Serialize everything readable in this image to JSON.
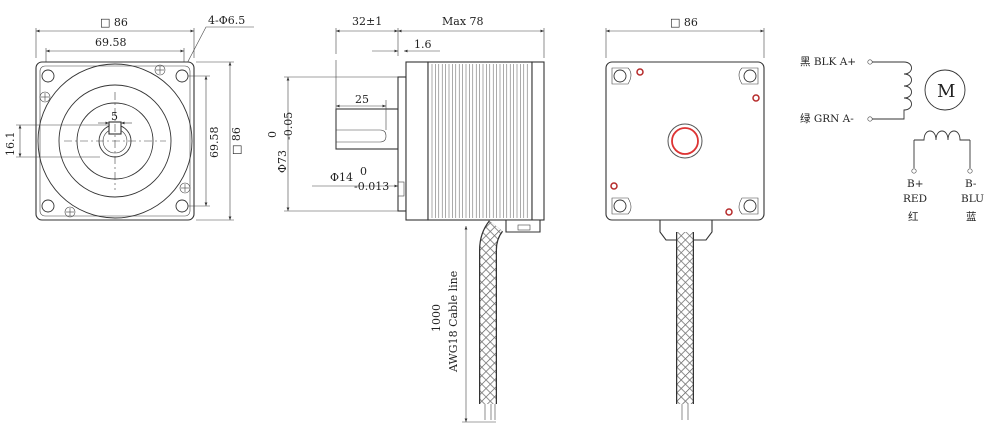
{
  "front_view": {
    "dim_square_outer": "□ 86",
    "dim_holes": "4-Φ6.5",
    "dim_hole_spacing_h": "69.58",
    "dim_hole_spacing_v": "69.58",
    "dim_square_right": "□ 86",
    "dim_key_width": "5",
    "dim_shaft_height": "16.1"
  },
  "side_view": {
    "dim_shaft_len": "32±1",
    "dim_max_len": "Max 78",
    "dim_boss_thickness": "1.6",
    "dim_key_len": "25",
    "dim_pilot_diameter": "Φ73",
    "dim_pilot_tol_upper": "0",
    "dim_pilot_tol_lower": "-0.05",
    "dim_shaft_diameter": "Φ14",
    "dim_shaft_tol_upper": "0",
    "dim_shaft_tol_lower": "-0.013",
    "dim_cable_length": "1000",
    "dim_cable_spec": "AWG18 Cable line"
  },
  "rear_view": {
    "dim_square": "□ 86"
  },
  "wiring": {
    "a_plus_label": "黑 BLK A+",
    "a_minus_label": "绿 GRN A-",
    "motor_symbol": "M",
    "b_plus_label": "B+",
    "b_plus_color_en": "RED",
    "b_plus_color_cn": "红",
    "b_minus_label": "B-",
    "b_minus_color_en": "BLU",
    "b_minus_color_cn": "蓝"
  }
}
